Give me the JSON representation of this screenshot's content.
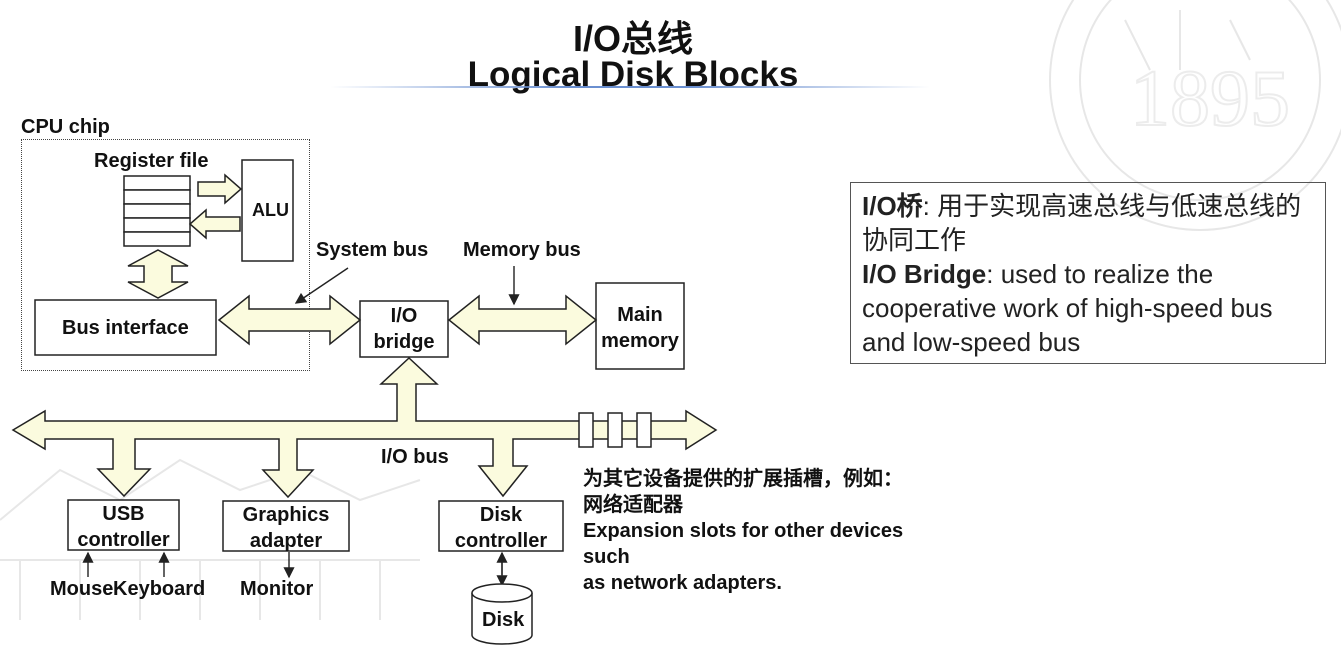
{
  "slide": {
    "title_line1": "I/O总线",
    "title_line2": "Logical Disk Blocks"
  },
  "diagram": {
    "cpu_chip_label": "CPU chip",
    "register_file_label": "Register file",
    "alu_label": "ALU",
    "bus_interface_label": "Bus interface",
    "system_bus_label": "System bus",
    "memory_bus_label": "Memory bus",
    "io_bridge_line1": "I/O",
    "io_bridge_line2": "bridge",
    "main_memory_line1": "Main",
    "main_memory_line2": "memory",
    "io_bus_label": "I/O bus",
    "usb_line1": "USB",
    "usb_line2": "controller",
    "graphics_line1": "Graphics",
    "graphics_line2": "adapter",
    "disk_ctrl_line1": "Disk",
    "disk_ctrl_line2": "controller",
    "disk_label": "Disk",
    "mouse_label": "Mouse",
    "keyboard_label": "Keyboard",
    "monitor_label": "Monitor"
  },
  "expansion": {
    "line1": "为其它设备提供的扩展插槽，例如：",
    "line2": "网络适配器",
    "line3": "Expansion slots for other devices",
    "line4": "such",
    "line5": "as network adapters."
  },
  "note": {
    "cn_term": "I/O桥",
    "cn_sep": ":",
    "cn_text": "用于实现高速总线与低速总线的协同工作",
    "en_term": "I/O Bridge",
    "en_text": ": used to realize the cooperative work of high-speed bus and low-speed bus"
  },
  "colors": {
    "arrow_fill": "#fbfbde",
    "stroke": "#222222"
  }
}
